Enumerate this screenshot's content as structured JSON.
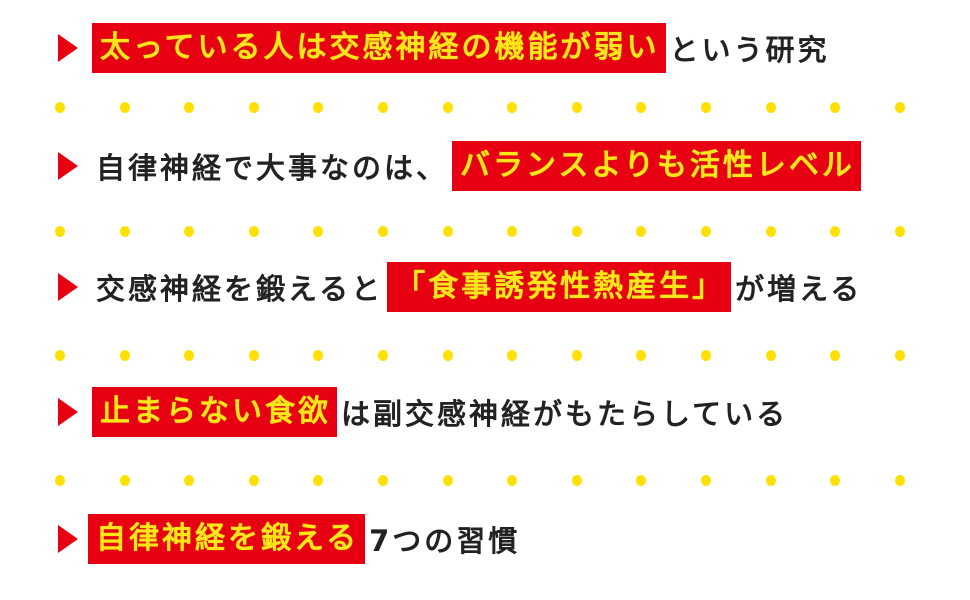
{
  "colors": {
    "accent_red": "#e60012",
    "highlight_text": "#ffe61a",
    "dot_yellow": "#ffe000",
    "body_text": "#222222"
  },
  "bullets": [
    {
      "icon": "triangle-right-icon",
      "highlight": "太っている人は交感神経の機能が弱い",
      "after": "という研究"
    },
    {
      "icon": "triangle-right-icon",
      "before": "自律神経で大事なのは、",
      "highlight": "バランスよりも活性レベル"
    },
    {
      "icon": "triangle-right-icon",
      "before": "交感神経を鍛えると",
      "highlight": "「食事誘発性熱産生」",
      "after": "が増える"
    },
    {
      "icon": "triangle-right-icon",
      "highlight": "止まらない食欲",
      "after": "は副交感神経がもたらしている"
    },
    {
      "icon": "triangle-right-icon",
      "highlight": "自律神経を鍛える",
      "after": "7つの習慣"
    }
  ],
  "dot_rows": {
    "count": 4,
    "dots_per_row": 14
  }
}
